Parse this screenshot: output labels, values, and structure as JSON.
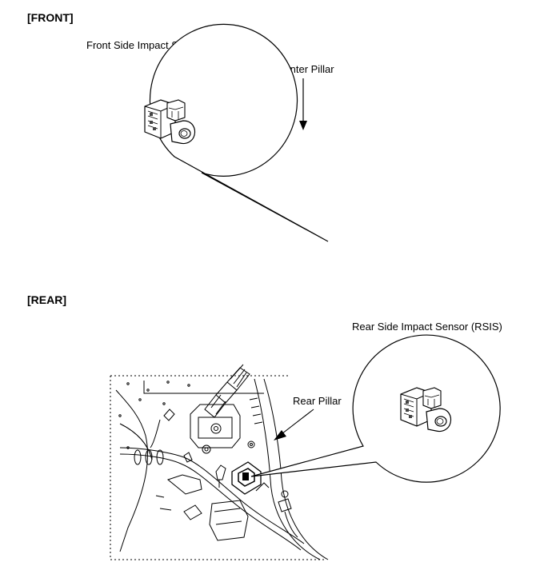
{
  "front": {
    "title": "[FRONT]",
    "sensor_label": "Front Side Impact Sensor (FSIS)",
    "pillar_label": "Center Pillar"
  },
  "rear": {
    "title": "[REAR]",
    "sensor_label": "Rear Side Impact Sensor (RSIS)",
    "pillar_label": "Rear Pillar"
  }
}
